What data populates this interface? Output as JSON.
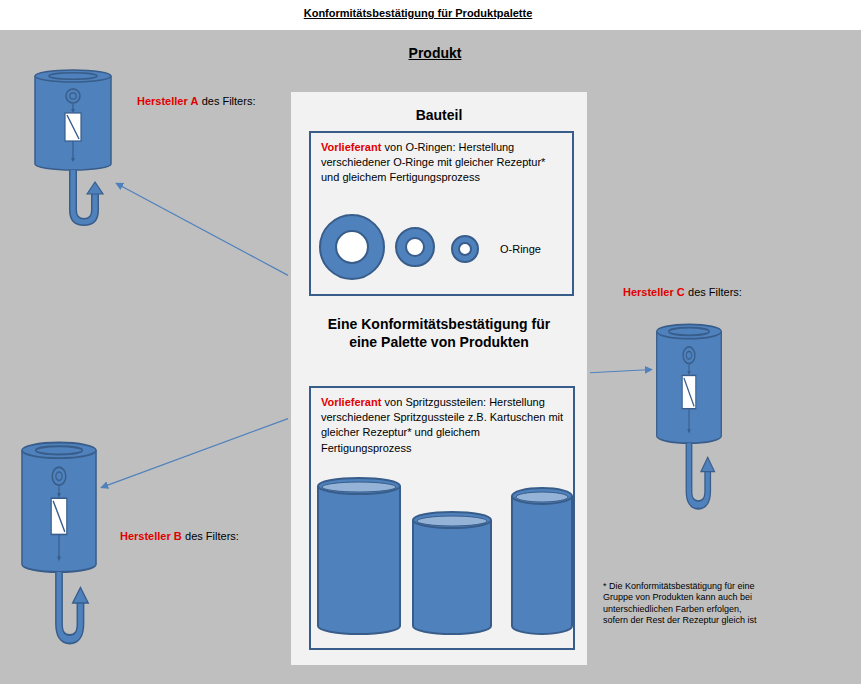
{
  "diagram": {
    "title": "Konformitätsbestätigung für Produktpalette",
    "nodes": [
      {
        "text": [
          "Hersteller A",
          "des Filters:"
        ]
      },
      {
        "text": [
          "Bauteil",
          "Eine Konformitätsbestätigung für eine Palette von Produkten"
        ]
      },
      {
        "text": [
          "Vorlieferant",
          "von O-Ringen: Herstellung verschiedener O-Ringe mit gleicher Rezeptur* und gleichem Fertigungsprozess"
        ],
        "in": 1
      },
      {
        "text": [
          "Vorlieferant",
          "von Spritzgussteilen: Herstellung verschiedener Spritzgussteile z.B. Kartuschen mit gleicher Rezeptur* und gleichem Fertigungsprozess"
        ],
        "in": 1
      },
      {
        "text": [
          "Hersteller C",
          "des Filters:"
        ]
      },
      {
        "text": [
          "Hersteller B",
          "des Filters:"
        ]
      }
    ],
    "edges": [
      {
        "from": 1,
        "to": 0,
        "arrow": "to"
      },
      {
        "from": 1,
        "to": 4,
        "arrow": "to"
      },
      {
        "from": 1,
        "to": 5,
        "arrow": "to"
      }
    ],
    "labels": [
      "Produkt",
      "O-Ringe",
      "* Die Konformitätsbestätigung für eine Gruppe von Produkten kann auch bei unterschiedlichen Farben erfolgen, sofern der Rest der Rezeptur gleich ist"
    ]
  }
}
